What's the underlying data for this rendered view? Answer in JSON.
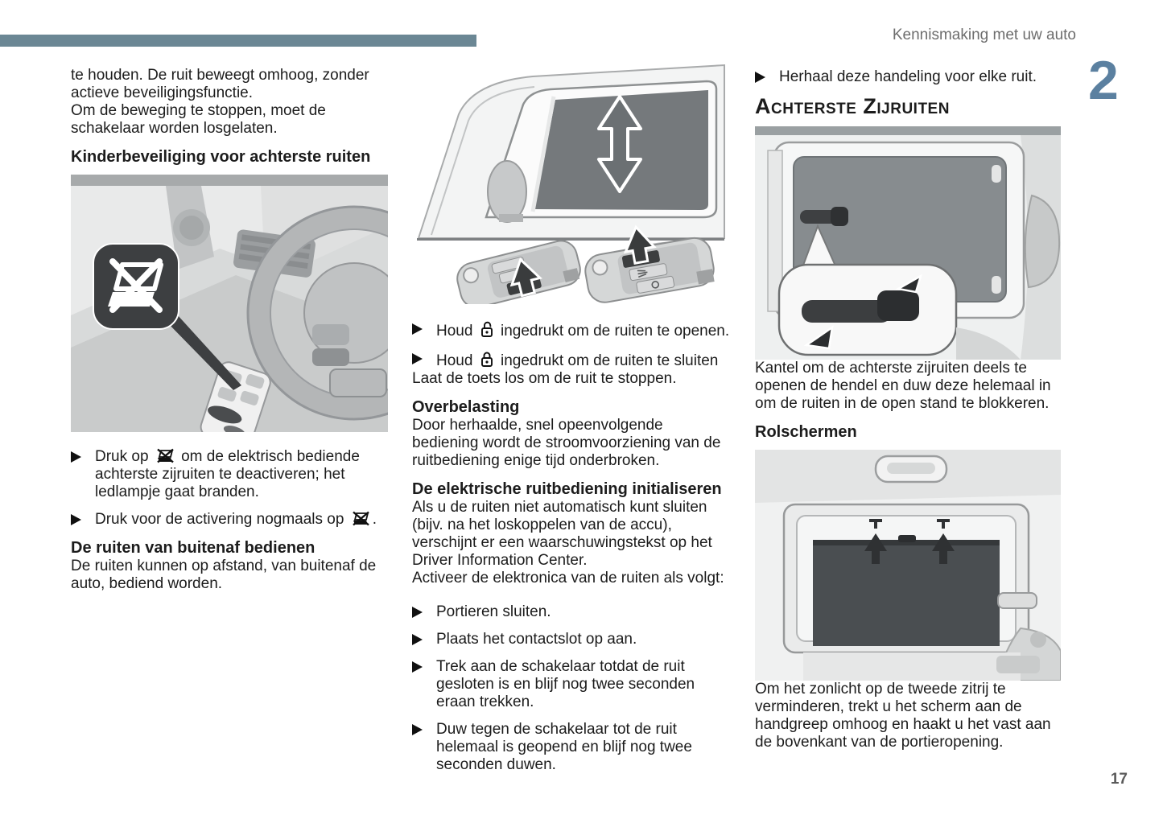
{
  "page": {
    "running_head": "Kennismaking met uw auto",
    "chapter_number": "2",
    "page_number": "17"
  },
  "colors": {
    "accent_bar": "#6b8794",
    "chapter_number": "#5b80a0",
    "glass_gray": "#75797c",
    "blind_dark": "#4a4e51"
  },
  "icons": {
    "bullet": "right-triangle",
    "window_disable": "window-with-cross",
    "unlock": "open-padlock",
    "lock": "closed-padlock"
  },
  "left_column": {
    "intro_1": "te houden. De ruit beweegt omhoog, zonder actieve beveiligingsfunctie.",
    "intro_2": "Om de beweging te stoppen, moet de schakelaar worden losgelaten.",
    "heading_child_lock": "Kinderbeveiliging voor achterste ruiten",
    "bullet1_pre": "Druk op",
    "bullet1_post": "om de elektrisch bediende achterste zijruiten te deactiveren; het ledlampje gaat branden.",
    "bullet2_pre": "Druk voor de activering nogmaals op",
    "bullet2_post": ".",
    "heading_outside": "De ruiten van buitenaf bedienen",
    "para_outside": "De ruiten kunnen op afstand, van buitenaf de auto, bediend worden."
  },
  "middle_column": {
    "bullet_open_pre": "Houd",
    "bullet_open_post": "ingedrukt om de ruiten te openen.",
    "bullet_close_pre": "Houd",
    "bullet_close_post": "ingedrukt om de ruiten te sluiten",
    "para_release": "Laat de toets los om de ruit te stoppen.",
    "heading_overload": "Overbelasting",
    "para_overload": "Door herhaalde, snel opeenvolgende bediening wordt de stroomvoorziening van de ruitbediening enige tijd onderbroken.",
    "heading_init": "De elektrische ruitbediening initialiseren",
    "para_init_1": "Als u de ruiten niet automatisch kunt sluiten (bijv. na het loskoppelen van de accu), verschijnt er een waarschuwingstekst op het Driver Information Center.",
    "para_init_2": "Activeer de elektronica van de ruiten als volgt:",
    "bullets_init": [
      "Portieren sluiten.",
      "Plaats het contactslot op aan.",
      "Trek aan de schakelaar totdat de ruit gesloten is en blijf nog twee seconden eraan trekken.",
      "Duw tegen de schakelaar tot de ruit helemaal is geopend en blijf nog twee seconden duwen."
    ]
  },
  "right_column": {
    "bullet_repeat": "Herhaal deze handeling voor elke ruit.",
    "heading_rear_windows": "Achterste Zijruiten",
    "para_latch": "Kantel om de achterste zijruiten deels te openen de hendel en duw deze helemaal in om de ruiten in de open stand te blokkeren.",
    "heading_roller": "Rolschermen",
    "para_roller": "Om het zonlicht op de tweede zitrij te verminderen, trekt u het scherm aan de handgreep omhoog en haakt u het vast aan de bovenkant van de portieropening."
  }
}
